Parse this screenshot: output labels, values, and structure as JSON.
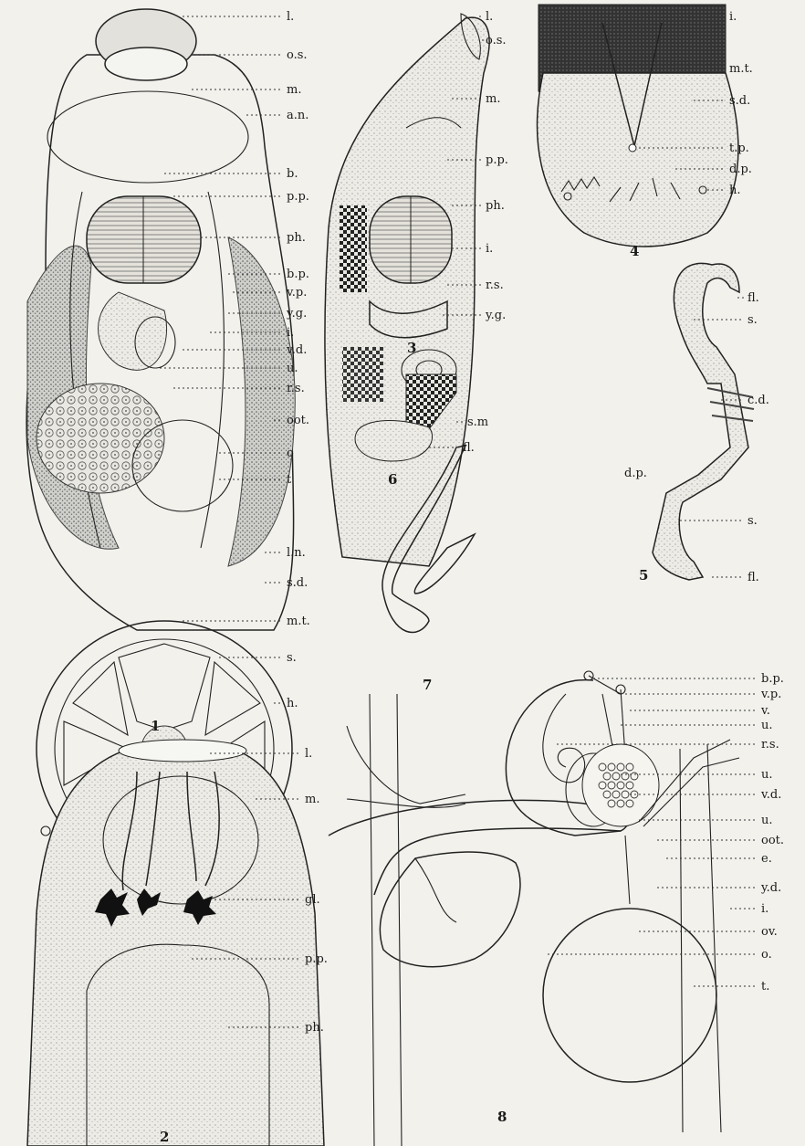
{
  "figures": [
    {
      "id": "1",
      "number": "1",
      "labels": [
        "l.",
        "o.s.",
        "m.",
        "a.n.",
        "b.",
        "p.p.",
        "ph.",
        "b.p.",
        "v.p.",
        "y.g.",
        "i.",
        "v.d.",
        "u.",
        "r.s.",
        "oot.",
        "o",
        "t",
        "l.n.",
        "s.d.",
        "m.t.",
        "s.",
        "h."
      ]
    },
    {
      "id": "2",
      "number": "2",
      "labels": [
        "l.",
        "m.",
        "gl.",
        "p.p.",
        "ph."
      ]
    },
    {
      "id": "3",
      "number": "3",
      "labels": [
        "l.",
        "o.s.",
        "m.",
        "p.p.",
        "ph.",
        "i.",
        "r.s.",
        "y.g."
      ]
    },
    {
      "id": "4",
      "number": "4",
      "labels": [
        "i.",
        "m.t.",
        "s.d.",
        "t.p.",
        "d.p.",
        "h."
      ]
    },
    {
      "id": "5",
      "number": "5",
      "labels": [
        "fl.",
        "s.",
        "c.d.",
        "d.p.",
        "s.",
        "fl."
      ]
    },
    {
      "id": "6",
      "number": "6",
      "labels": [
        "s.m",
        "fl."
      ]
    },
    {
      "id": "7",
      "number": "7",
      "labels": []
    },
    {
      "id": "8",
      "number": "8",
      "labels": [
        "b.p.",
        "v.p.",
        "v.",
        "u.",
        "r.s.",
        "u.",
        "v.d.",
        "u.",
        "oot.",
        "e.",
        "y.d.",
        "i.",
        "ov.",
        "o.",
        "t."
      ]
    }
  ],
  "colors": {
    "paper": "#f2f1ec",
    "ink": "#222222",
    "stipple": "#6b6b6b"
  }
}
